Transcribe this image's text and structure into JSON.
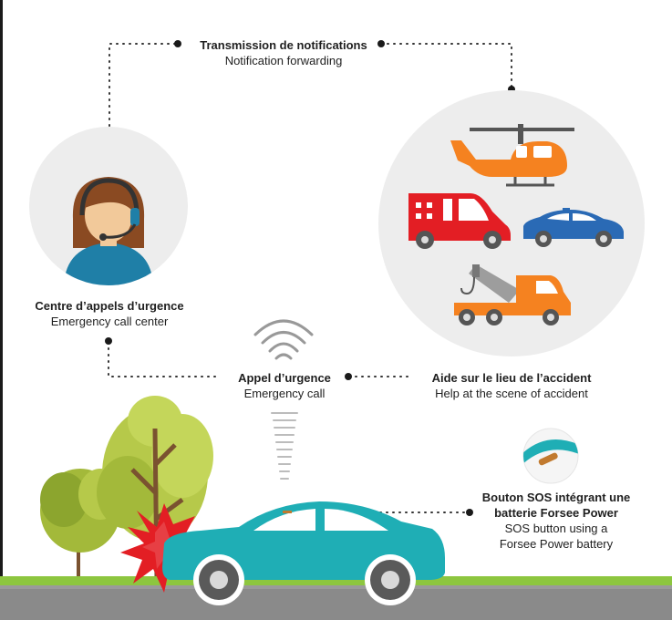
{
  "labels": {
    "transmission": {
      "fr": "Transmission de notifications",
      "en": "Notification forwarding"
    },
    "call_center": {
      "fr": "Centre d’appels d’urgence",
      "en": "Emergency call center"
    },
    "emergency_call": {
      "fr": "Appel d’urgence",
      "en": "Emergency call"
    },
    "scene_help": {
      "fr": "Aide sur le lieu de l’accident",
      "en": "Help at the scene of accident"
    },
    "sos_button": {
      "fr_line1": "Bouton SOS intégrant une",
      "fr_line2": "batterie Forsee Power",
      "en_line1": "SOS button using a",
      "en_line2": "Forsee Power battery"
    }
  },
  "colors": {
    "car_teal": "#1faeb5",
    "grass_green": "#8dc63f",
    "road_grey": "#8a8a8a",
    "circle_bg": "#ededed",
    "helicopter_orange": "#f58220",
    "ambulance_red": "#e31e24",
    "police_blue": "#2a6ab5",
    "crash_red": "#e31e24"
  },
  "icons": [
    "operator-icon",
    "helicopter-icon",
    "ambulance-icon",
    "police-car-icon",
    "tow-truck-icon",
    "signal-icon",
    "crashed-car-icon",
    "tree-icon",
    "sos-button-icon"
  ]
}
